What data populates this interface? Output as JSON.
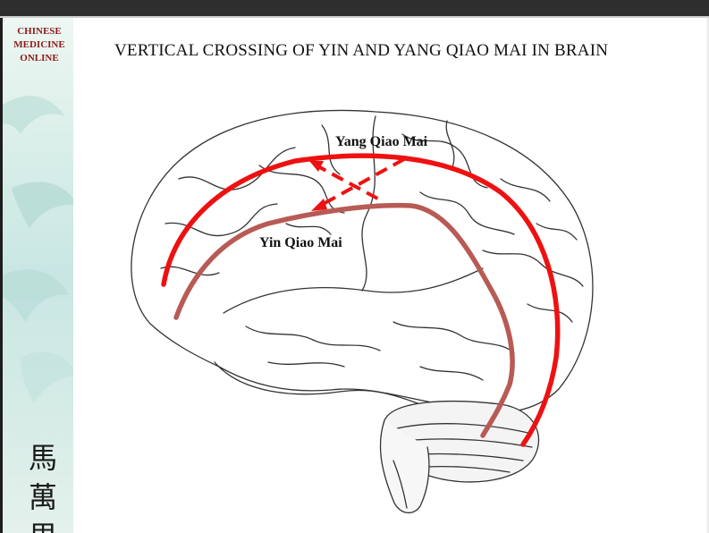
{
  "sidebar": {
    "logo_lines": [
      "CHINESE",
      "MEDICINE",
      "ONLINE"
    ],
    "calligraphy": [
      "馬",
      "萬",
      "里"
    ]
  },
  "title": "VERTICAL CROSSING OF YIN AND YANG QIAO MAI IN BRAIN",
  "labels": {
    "yang": "Yang Qiao Mai",
    "yin": "Yin Qiao Mai"
  },
  "colors": {
    "yang_channel": "#ee1111",
    "yin_channel": "#b85a55",
    "logo": "#8b1a1a"
  }
}
